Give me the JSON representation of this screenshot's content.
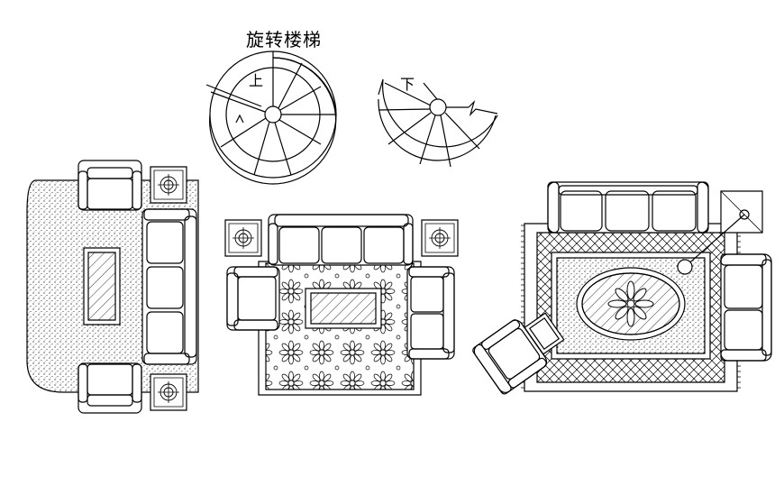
{
  "title": "旋转楼梯",
  "stairs": {
    "up_label": "上",
    "down_label": "下"
  },
  "colors": {
    "line": "#000000",
    "background": "#ffffff"
  },
  "icons": [
    "spiral-stair-up-icon",
    "spiral-stair-down-icon",
    "sofa-set-icon",
    "lamp-table-icon",
    "floor-lamp-icon",
    "armchair-icon",
    "coffee-table-icon",
    "rug-icon"
  ]
}
